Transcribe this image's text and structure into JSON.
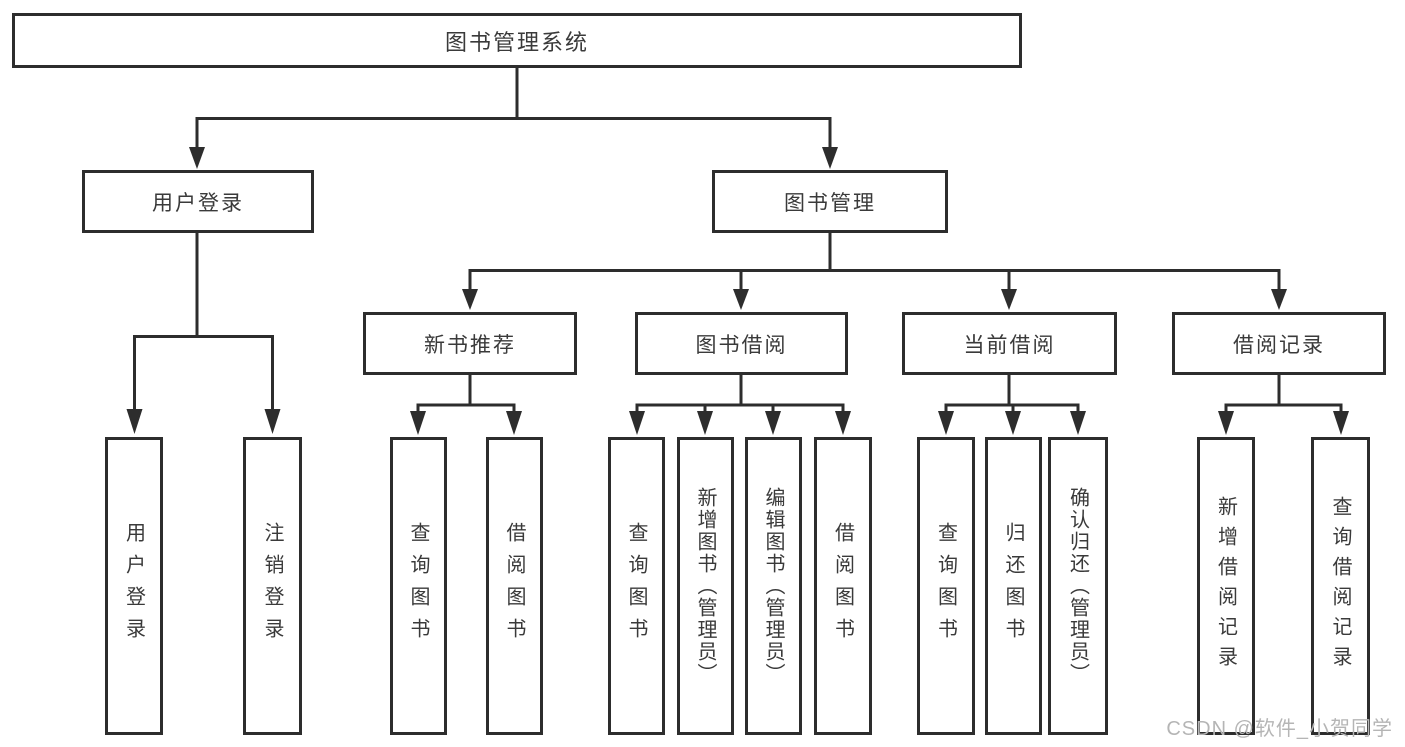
{
  "tree": {
    "root": {
      "label": "图书管理系统"
    },
    "user_login": {
      "label": "用户登录",
      "children": [
        {
          "label": "用户登录"
        },
        {
          "label": "注销登录"
        }
      ]
    },
    "book_mgmt": {
      "label": "图书管理",
      "children": [
        {
          "label": "新书推荐",
          "children": [
            {
              "label": "查询图书"
            },
            {
              "label": "借阅图书"
            }
          ]
        },
        {
          "label": "图书借阅",
          "children": [
            {
              "label": "查询图书"
            },
            {
              "label": "新增图书（管理员）"
            },
            {
              "label": "编辑图书（管理员）"
            },
            {
              "label": "借阅图书"
            }
          ]
        },
        {
          "label": "当前借阅",
          "children": [
            {
              "label": "查询图书"
            },
            {
              "label": "归还图书"
            },
            {
              "label": "确认归还（管理员）"
            }
          ]
        },
        {
          "label": "借阅记录",
          "children": [
            {
              "label": "新增借阅记录"
            },
            {
              "label": "查询借阅记录"
            }
          ]
        }
      ]
    }
  },
  "watermark": {
    "text": "CSDN @软件_小贺同学"
  },
  "colors": {
    "line": "#2d2d2d",
    "box_border": "#2d2d2d",
    "text": "#3a3a3a",
    "background": "#ffffff",
    "watermark": "#b5b5b5"
  }
}
